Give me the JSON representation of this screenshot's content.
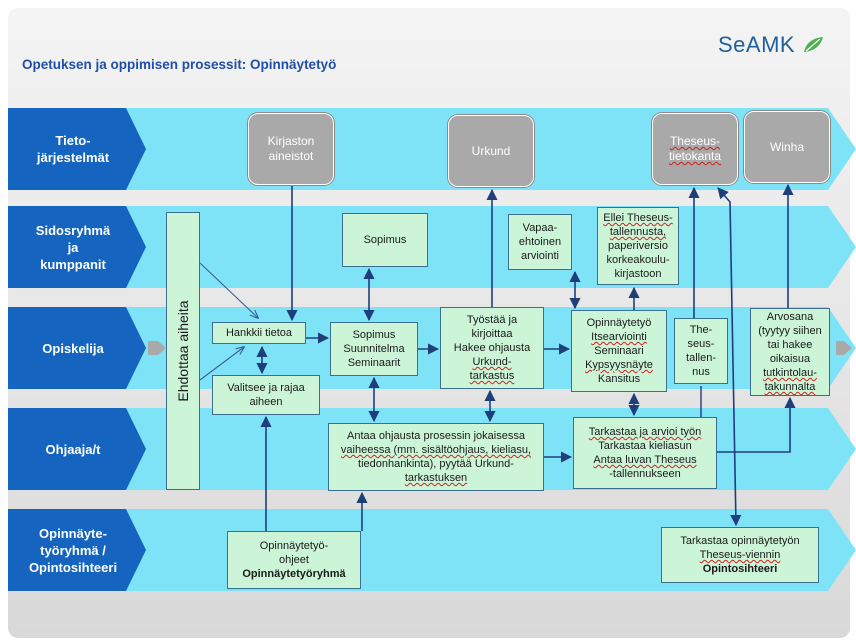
{
  "title": "Opetuksen ja oppimisen prosessit: Opinnäytetyö",
  "logo": {
    "text": "SeAMK"
  },
  "colors": {
    "band_dark": "#1565c0",
    "band_light": "#7fe3f7",
    "box_fill": "#ccf5d8",
    "system_box": "#a9a9a9"
  },
  "lanes": [
    {
      "label_lines": [
        "Tieto-",
        "järjestelmät"
      ]
    },
    {
      "label_lines": [
        "Sidosryhmä",
        "ja",
        "kumppanit"
      ]
    },
    {
      "label_lines": [
        "Opiskelija"
      ]
    },
    {
      "label_lines": [
        "Ohjaaja/t"
      ]
    },
    {
      "label_lines": [
        "Opinnäyte-",
        "työryhmä /",
        "Opintosihteeri"
      ]
    }
  ],
  "systems": {
    "kirjasto": [
      "Kirjaston",
      "aineistot"
    ],
    "urkund": [
      "Urkund"
    ],
    "theseus": [
      "Theseus-",
      "tietokanta"
    ],
    "winha": [
      "Winha"
    ]
  },
  "boxes": {
    "ehdottaa": "Ehdottaa aiheita",
    "sopimus": "Sopimus",
    "vapaa": [
      "Vapaa-",
      "ehtoinen",
      "arviointi"
    ],
    "ellei": [
      "Ellei Theseus-",
      "tallennusta,",
      "paperiversio",
      "korkeakoulu-",
      "kirjastoon"
    ],
    "hankkii": "Hankkii tietoa",
    "valitsee": [
      "Valitsee ja rajaa",
      "aiheen"
    ],
    "sopimus_suunnitelma": [
      "Sopimus",
      "Suunnitelma",
      "Seminaarit"
    ],
    "tyostaa": [
      "Työstää ja",
      "kirjoittaa",
      "Hakee ohjausta",
      "Urkund-",
      "tarkastus"
    ],
    "opinnaytetyo": [
      "Opinnäytetyö",
      "Itsearviointi",
      "Seminaari",
      "Kypsyysnäyte",
      "Kansitus"
    ],
    "theseus_tallennus": [
      "The-",
      "seus-",
      "tallen-",
      "nus"
    ],
    "arvosana": [
      "Arvosana",
      "(tyytyy siihen",
      "tai hakee",
      "oikaisua",
      "tutkintolau-",
      "takunnalta"
    ],
    "antaa": [
      "Antaa ohjausta prosessin jokaisessa",
      "vaiheessa (mm. sisältöohjaus, kieliasu,",
      "tiedonhankinta),  pyytää Urkund-",
      "tarkastuksen"
    ],
    "tarkastaa": [
      "Tarkastaa ja arvioi työn",
      "Tarkastaa kieliasun",
      "Antaa luvan Theseus",
      "-tallennukseen"
    ],
    "ohjeet": [
      "Opinnäytetyö-",
      "ohjeet"
    ],
    "ohjeet_group": "Opinnäytetyöryhmä",
    "viennin": [
      "Tarkastaa opinnäytetyön",
      "Theseus-viennin"
    ],
    "viennin_group": "Opintosihteeri"
  }
}
